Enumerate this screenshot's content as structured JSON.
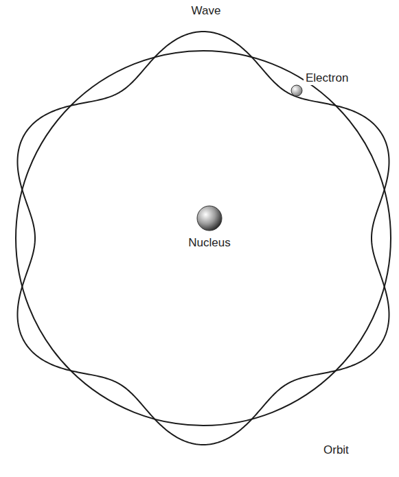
{
  "diagram": {
    "labels": [
      "Wave",
      "Electron",
      "Nucleus",
      "Orbit"
    ]
  }
}
